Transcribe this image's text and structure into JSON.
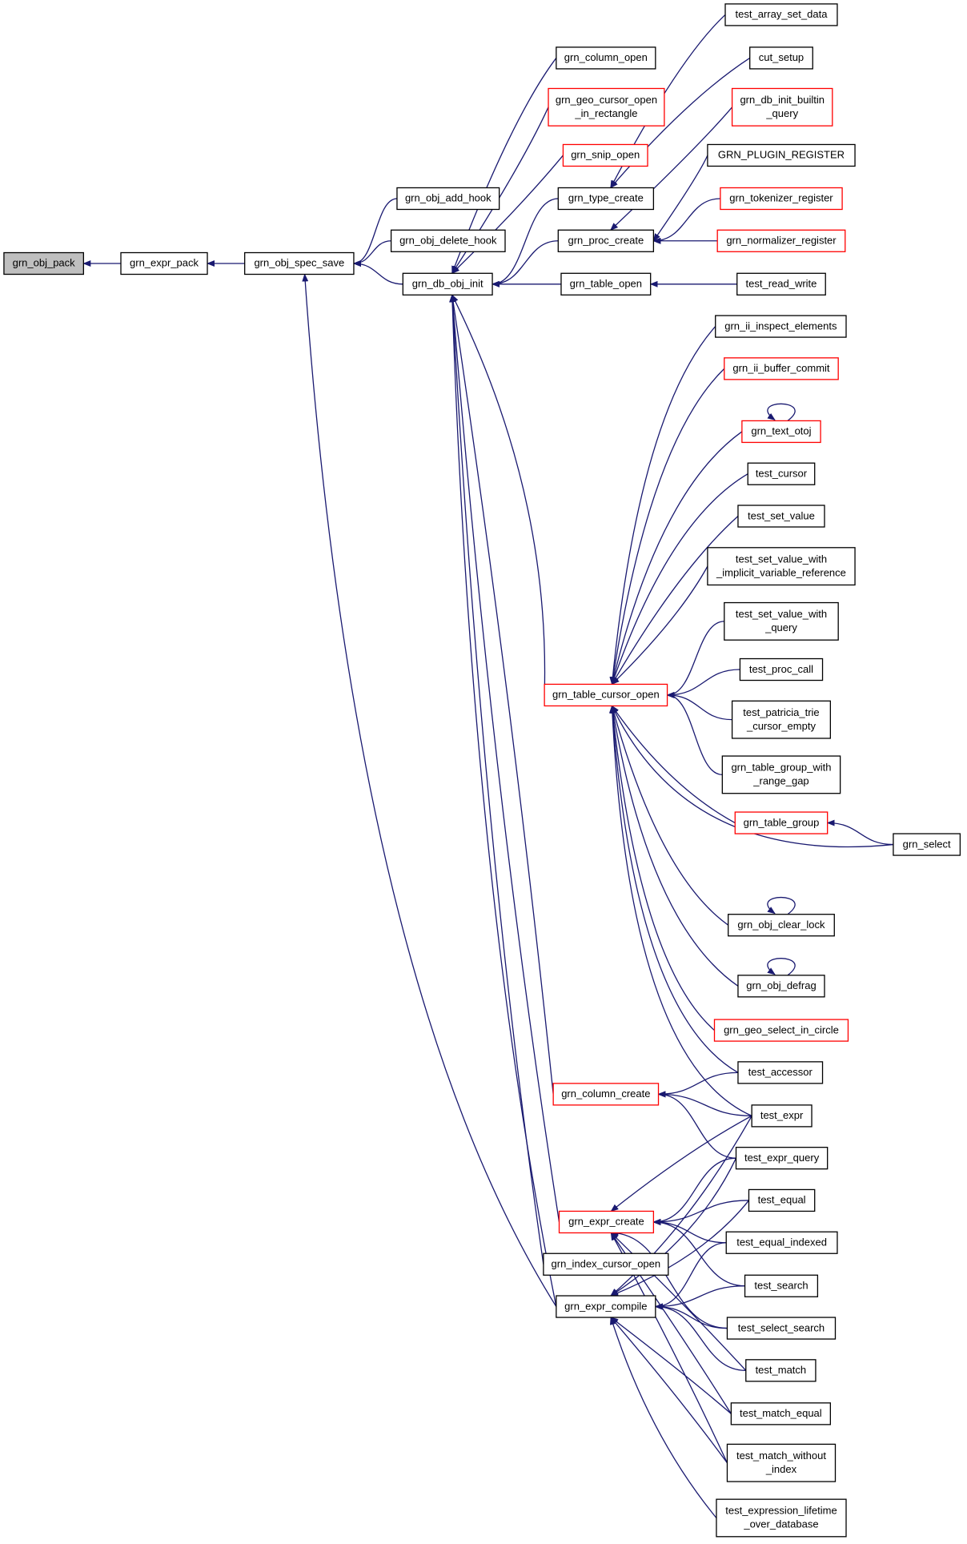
{
  "colors": {
    "edge": "#191970",
    "normal_border": "#000000",
    "truncated_border": "#ff0000",
    "focus_fill": "#bfbfbf",
    "node_fill": "#ffffff"
  },
  "nodes": [
    {
      "id": "grn_obj_pack",
      "lines": [
        "grn_obj_pack"
      ],
      "style": "focus"
    },
    {
      "id": "grn_expr_pack",
      "lines": [
        "grn_expr_pack"
      ],
      "style": "normal"
    },
    {
      "id": "grn_obj_spec_save",
      "lines": [
        "grn_obj_spec_save"
      ],
      "style": "normal"
    },
    {
      "id": "grn_obj_add_hook",
      "lines": [
        "grn_obj_add_hook"
      ],
      "style": "normal"
    },
    {
      "id": "grn_obj_delete_hook",
      "lines": [
        "grn_obj_delete_hook"
      ],
      "style": "normal"
    },
    {
      "id": "grn_db_obj_init",
      "lines": [
        "grn_db_obj_init"
      ],
      "style": "normal"
    },
    {
      "id": "grn_column_open",
      "lines": [
        "grn_column_open"
      ],
      "style": "normal"
    },
    {
      "id": "grn_geo_cursor_open",
      "lines": [
        "grn_geo_cursor_open",
        "_in_rectangle"
      ],
      "style": "truncated"
    },
    {
      "id": "grn_snip_open",
      "lines": [
        "grn_snip_open"
      ],
      "style": "truncated"
    },
    {
      "id": "grn_type_create",
      "lines": [
        "grn_type_create"
      ],
      "style": "normal"
    },
    {
      "id": "grn_proc_create",
      "lines": [
        "grn_proc_create"
      ],
      "style": "normal"
    },
    {
      "id": "grn_table_open",
      "lines": [
        "grn_table_open"
      ],
      "style": "normal"
    },
    {
      "id": "test_array_set_data",
      "lines": [
        "test_array_set_data"
      ],
      "style": "normal"
    },
    {
      "id": "cut_setup",
      "lines": [
        "cut_setup"
      ],
      "style": "normal"
    },
    {
      "id": "grn_db_init_builtin_query",
      "lines": [
        "grn_db_init_builtin",
        "_query"
      ],
      "style": "truncated"
    },
    {
      "id": "GRN_PLUGIN_REGISTER",
      "lines": [
        "GRN_PLUGIN_REGISTER"
      ],
      "style": "normal"
    },
    {
      "id": "grn_tokenizer_register",
      "lines": [
        "grn_tokenizer_register"
      ],
      "style": "truncated"
    },
    {
      "id": "grn_normalizer_register",
      "lines": [
        "grn_normalizer_register"
      ],
      "style": "truncated"
    },
    {
      "id": "test_read_write",
      "lines": [
        "test_read_write"
      ],
      "style": "normal"
    },
    {
      "id": "grn_ii_inspect_elements",
      "lines": [
        "grn_ii_inspect_elements"
      ],
      "style": "normal"
    },
    {
      "id": "grn_ii_buffer_commit",
      "lines": [
        "grn_ii_buffer_commit"
      ],
      "style": "truncated"
    },
    {
      "id": "grn_text_otoj",
      "lines": [
        "grn_text_otoj"
      ],
      "style": "truncated"
    },
    {
      "id": "test_cursor",
      "lines": [
        "test_cursor"
      ],
      "style": "normal"
    },
    {
      "id": "test_set_value",
      "lines": [
        "test_set_value"
      ],
      "style": "normal"
    },
    {
      "id": "test_set_value_with_implicit",
      "lines": [
        "test_set_value_with",
        "_implicit_variable_reference"
      ],
      "style": "normal"
    },
    {
      "id": "test_set_value_with_query",
      "lines": [
        "test_set_value_with",
        "_query"
      ],
      "style": "normal"
    },
    {
      "id": "test_proc_call",
      "lines": [
        "test_proc_call"
      ],
      "style": "normal"
    },
    {
      "id": "test_patricia_trie",
      "lines": [
        "test_patricia_trie",
        "_cursor_empty"
      ],
      "style": "normal"
    },
    {
      "id": "grn_table_group_with",
      "lines": [
        "grn_table_group_with",
        "_range_gap"
      ],
      "style": "normal"
    },
    {
      "id": "grn_table_group",
      "lines": [
        "grn_table_group"
      ],
      "style": "truncated"
    },
    {
      "id": "grn_select",
      "lines": [
        "grn_select"
      ],
      "style": "normal"
    },
    {
      "id": "grn_table_cursor_open",
      "lines": [
        "grn_table_cursor_open"
      ],
      "style": "truncated"
    },
    {
      "id": "grn_obj_clear_lock",
      "lines": [
        "grn_obj_clear_lock"
      ],
      "style": "normal"
    },
    {
      "id": "grn_obj_defrag",
      "lines": [
        "grn_obj_defrag"
      ],
      "style": "normal"
    },
    {
      "id": "grn_geo_select_in_circle",
      "lines": [
        "grn_geo_select_in_circle"
      ],
      "style": "truncated"
    },
    {
      "id": "test_accessor",
      "lines": [
        "test_accessor"
      ],
      "style": "normal"
    },
    {
      "id": "grn_column_create",
      "lines": [
        "grn_column_create"
      ],
      "style": "truncated"
    },
    {
      "id": "test_expr",
      "lines": [
        "test_expr"
      ],
      "style": "normal"
    },
    {
      "id": "test_expr_query",
      "lines": [
        "test_expr_query"
      ],
      "style": "normal"
    },
    {
      "id": "test_equal",
      "lines": [
        "test_equal"
      ],
      "style": "normal"
    },
    {
      "id": "grn_expr_create",
      "lines": [
        "grn_expr_create"
      ],
      "style": "truncated"
    },
    {
      "id": "test_equal_indexed",
      "lines": [
        "test_equal_indexed"
      ],
      "style": "normal"
    },
    {
      "id": "grn_index_cursor_open",
      "lines": [
        "grn_index_cursor_open"
      ],
      "style": "normal"
    },
    {
      "id": "test_search",
      "lines": [
        "test_search"
      ],
      "style": "normal"
    },
    {
      "id": "grn_expr_compile",
      "lines": [
        "grn_expr_compile"
      ],
      "style": "normal"
    },
    {
      "id": "test_select_search",
      "lines": [
        "test_select_search"
      ],
      "style": "normal"
    },
    {
      "id": "test_match",
      "lines": [
        "test_match"
      ],
      "style": "normal"
    },
    {
      "id": "test_match_equal",
      "lines": [
        "test_match_equal"
      ],
      "style": "normal"
    },
    {
      "id": "test_match_without_index",
      "lines": [
        "test_match_without",
        "_index"
      ],
      "style": "normal"
    },
    {
      "id": "test_expression_lifetime",
      "lines": [
        "test_expression_lifetime",
        "_over_database"
      ],
      "style": "normal"
    }
  ],
  "edges": [
    {
      "from": "grn_expr_pack",
      "to": "grn_obj_pack"
    },
    {
      "from": "grn_obj_spec_save",
      "to": "grn_expr_pack"
    },
    {
      "from": "grn_obj_add_hook",
      "to": "grn_obj_spec_save"
    },
    {
      "from": "grn_obj_delete_hook",
      "to": "grn_obj_spec_save"
    },
    {
      "from": "grn_db_obj_init",
      "to": "grn_obj_spec_save"
    },
    {
      "from": "grn_expr_compile",
      "to": "grn_obj_spec_save"
    },
    {
      "from": "grn_column_open",
      "to": "grn_db_obj_init"
    },
    {
      "from": "grn_geo_cursor_open",
      "to": "grn_db_obj_init"
    },
    {
      "from": "grn_snip_open",
      "to": "grn_db_obj_init"
    },
    {
      "from": "grn_type_create",
      "to": "grn_db_obj_init"
    },
    {
      "from": "grn_proc_create",
      "to": "grn_db_obj_init"
    },
    {
      "from": "grn_table_open",
      "to": "grn_db_obj_init"
    },
    {
      "from": "grn_table_cursor_open",
      "to": "grn_db_obj_init"
    },
    {
      "from": "grn_column_create",
      "to": "grn_db_obj_init"
    },
    {
      "from": "grn_expr_create",
      "to": "grn_db_obj_init"
    },
    {
      "from": "grn_index_cursor_open",
      "to": "grn_db_obj_init"
    },
    {
      "from": "grn_expr_compile",
      "to": "grn_db_obj_init"
    },
    {
      "from": "test_array_set_data",
      "to": "grn_type_create"
    },
    {
      "from": "cut_setup",
      "to": "grn_type_create"
    },
    {
      "from": "grn_db_init_builtin_query",
      "to": "grn_proc_create"
    },
    {
      "from": "GRN_PLUGIN_REGISTER",
      "to": "grn_proc_create"
    },
    {
      "from": "grn_tokenizer_register",
      "to": "grn_proc_create"
    },
    {
      "from": "grn_normalizer_register",
      "to": "grn_proc_create"
    },
    {
      "from": "test_read_write",
      "to": "grn_table_open"
    },
    {
      "from": "grn_ii_inspect_elements",
      "to": "grn_table_cursor_open"
    },
    {
      "from": "grn_ii_buffer_commit",
      "to": "grn_table_cursor_open"
    },
    {
      "from": "grn_text_otoj",
      "to": "grn_table_cursor_open"
    },
    {
      "from": "grn_text_otoj",
      "to": "grn_text_otoj"
    },
    {
      "from": "test_cursor",
      "to": "grn_table_cursor_open"
    },
    {
      "from": "test_set_value",
      "to": "grn_table_cursor_open"
    },
    {
      "from": "test_set_value_with_implicit",
      "to": "grn_table_cursor_open"
    },
    {
      "from": "test_set_value_with_query",
      "to": "grn_table_cursor_open"
    },
    {
      "from": "test_proc_call",
      "to": "grn_table_cursor_open"
    },
    {
      "from": "test_patricia_trie",
      "to": "grn_table_cursor_open"
    },
    {
      "from": "grn_table_group_with",
      "to": "grn_table_cursor_open"
    },
    {
      "from": "grn_table_group",
      "to": "grn_table_cursor_open"
    },
    {
      "from": "grn_select",
      "to": "grn_table_group"
    },
    {
      "from": "grn_select",
      "to": "grn_table_cursor_open"
    },
    {
      "from": "grn_obj_clear_lock",
      "to": "grn_table_cursor_open"
    },
    {
      "from": "grn_obj_clear_lock",
      "to": "grn_obj_clear_lock"
    },
    {
      "from": "grn_obj_defrag",
      "to": "grn_table_cursor_open"
    },
    {
      "from": "grn_obj_defrag",
      "to": "grn_obj_defrag"
    },
    {
      "from": "grn_geo_select_in_circle",
      "to": "grn_table_cursor_open"
    },
    {
      "from": "test_accessor",
      "to": "grn_table_cursor_open"
    },
    {
      "from": "test_expr",
      "to": "grn_table_cursor_open"
    },
    {
      "from": "test_accessor",
      "to": "grn_column_create"
    },
    {
      "from": "test_expr",
      "to": "grn_column_create"
    },
    {
      "from": "test_expr_query",
      "to": "grn_column_create"
    },
    {
      "from": "test_expr",
      "to": "grn_expr_create"
    },
    {
      "from": "test_expr_query",
      "to": "grn_expr_create"
    },
    {
      "from": "test_equal",
      "to": "grn_expr_create"
    },
    {
      "from": "test_equal_indexed",
      "to": "grn_expr_create"
    },
    {
      "from": "test_search",
      "to": "grn_expr_create"
    },
    {
      "from": "test_select_search",
      "to": "grn_expr_create"
    },
    {
      "from": "test_match",
      "to": "grn_expr_create"
    },
    {
      "from": "test_match_equal",
      "to": "grn_expr_create"
    },
    {
      "from": "test_match_without_index",
      "to": "grn_expr_create"
    },
    {
      "from": "test_expr",
      "to": "grn_expr_compile"
    },
    {
      "from": "test_expr_query",
      "to": "grn_expr_compile"
    },
    {
      "from": "test_equal",
      "to": "grn_expr_compile"
    },
    {
      "from": "test_equal_indexed",
      "to": "grn_expr_compile"
    },
    {
      "from": "test_search",
      "to": "grn_expr_compile"
    },
    {
      "from": "test_select_search",
      "to": "grn_expr_compile"
    },
    {
      "from": "test_match",
      "to": "grn_expr_compile"
    },
    {
      "from": "test_match_equal",
      "to": "grn_expr_compile"
    },
    {
      "from": "test_match_without_index",
      "to": "grn_expr_compile"
    },
    {
      "from": "test_expression_lifetime",
      "to": "grn_expr_compile"
    }
  ]
}
